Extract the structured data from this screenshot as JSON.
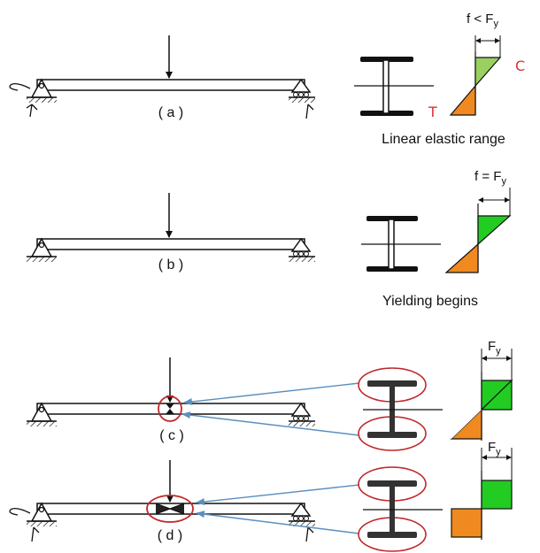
{
  "title": "",
  "panels": [
    {
      "id": "a",
      "label": "( a )",
      "caption": "Linear elastic range",
      "stress_main": "f < F",
      "stress_sub": "y",
      "handwritten_c": "C",
      "handwritten_t": "T"
    },
    {
      "id": "b",
      "label": "( b )",
      "caption": "Yielding begins",
      "stress_main": "f = F",
      "stress_sub": "y"
    },
    {
      "id": "c",
      "label": "( c )",
      "caption": "",
      "stress_main": "F",
      "stress_sub": "y"
    },
    {
      "id": "d",
      "label": "( d )",
      "caption": "",
      "stress_main": "F",
      "stress_sub": "y"
    }
  ],
  "colors": {
    "compression_fill": "#22cc22",
    "compression_fill_a": "#99d060",
    "tension_fill": "#f08a20",
    "highlight_circle": "#c0282a",
    "callout_arrow": "#5a8fbf",
    "section_dark": "#333333",
    "ink": "#111111"
  },
  "icons": [
    "pin-support-icon",
    "roller-support-icon",
    "load-arrow-icon",
    "i-beam-section-icon",
    "dimension-arrow-icon"
  ]
}
